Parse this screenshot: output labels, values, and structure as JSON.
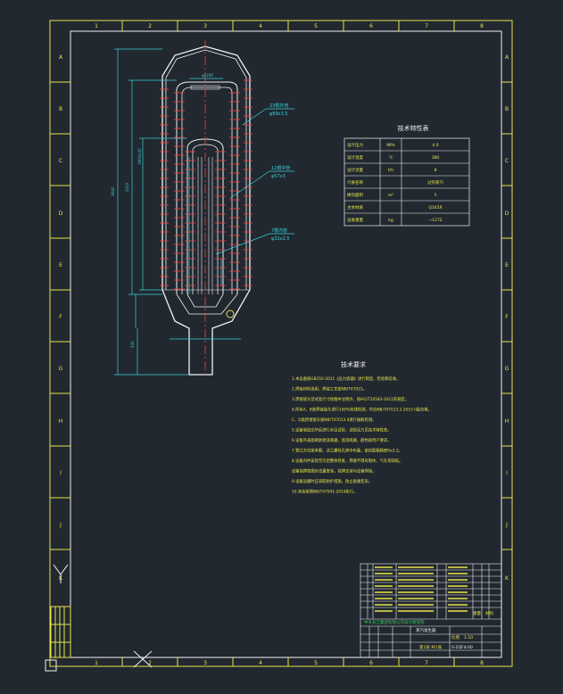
{
  "frame": {
    "col_labels_top": [
      "1",
      "2",
      "3",
      "4",
      "5",
      "6",
      "7",
      "8"
    ],
    "col_labels_bottom": [
      "1",
      "2",
      "3",
      "4",
      "5",
      "6",
      "7",
      "8"
    ],
    "row_labels_left": [
      "A",
      "B",
      "C",
      "D",
      "E",
      "F",
      "G",
      "H",
      "I",
      "J",
      "K"
    ],
    "row_labels_right": [
      "A",
      "B",
      "C",
      "D",
      "E",
      "F",
      "G",
      "H",
      "I",
      "J",
      "K"
    ]
  },
  "params_table": {
    "title": "技术特性表",
    "rows": [
      {
        "name": "设计压力",
        "unit": "MPa",
        "value": "4.0"
      },
      {
        "name": "设计温度",
        "unit": "℃",
        "value": "380"
      },
      {
        "name": "设计流量",
        "unit": "t/h",
        "value": "8"
      },
      {
        "name": "介质名称",
        "unit": "",
        "value": "过热蒸汽"
      },
      {
        "name": "换热面积",
        "unit": "m²",
        "value": "5"
      },
      {
        "name": "主体材质",
        "unit": "",
        "value": "Q345R"
      },
      {
        "name": "设备重量",
        "unit": "kg",
        "value": "~1272"
      }
    ]
  },
  "tech_req": {
    "title": "技术要求",
    "items": [
      "1.本设备按GB150-2011《压力容器》进行制造、检验和验收。",
      "2.焊接材料选用，焊接工艺按NB/T47015。",
      "3.焊接接头型式及尺寸除图中注明外，按HG/T20583-2011的规定。",
      "4.所有A、B类焊接接头进行100%射线检测，符合NB/T47013.2-2015 II级合格。",
      "   C、D类焊接接头按NB/T47013.4进行磁粉检测。",
      "5.设备制造完毕后进行水压试验，试验压力见技术特性表。",
      "6.设备外表面刷防锈漆两遍，面漆两遍，颜色按用户要求。",
      "7.管口方位按本图，法兰螺栓孔跨中布置，密封面粗糙度Ra3.2。",
      "8.设备内件安装完毕后整体检查，焊缝不得有裂纹、气孔等缺陷。",
      "   设备铭牌按图示位置安装，铭牌支架与设备焊接。",
      "9.设备运输时应采取防护措施，防止碰撞变形。",
      "10.其余按照NB/T47041-2014执行。"
    ]
  },
  "annotations": {
    "callout_1": "23根外管",
    "callout_1_sub": "φ89x3.5",
    "callout_2": "12根中管",
    "callout_2_sub": "φ57x3",
    "callout_3": "7根内管",
    "callout_3_sub": "φ32x2.5"
  },
  "title_block": {
    "company": "中天长江集团有限公司设计研究院",
    "drawing_name": "蒸汽发生器",
    "drawing_no": "S-ZQF4-00",
    "scale_label": "比例",
    "scale_value": "1:10",
    "sheet_label": "第1张 共1张",
    "weight_label": "重量",
    "material_label": "材料"
  },
  "colors": {
    "background": "#212830",
    "frame": "#e8e44a",
    "outline": "#f2f2f2",
    "dimension": "#39d0d8",
    "centerline": "#ff3b3b",
    "table_text": "#e8e44a",
    "accent_green": "#3bd35a"
  }
}
